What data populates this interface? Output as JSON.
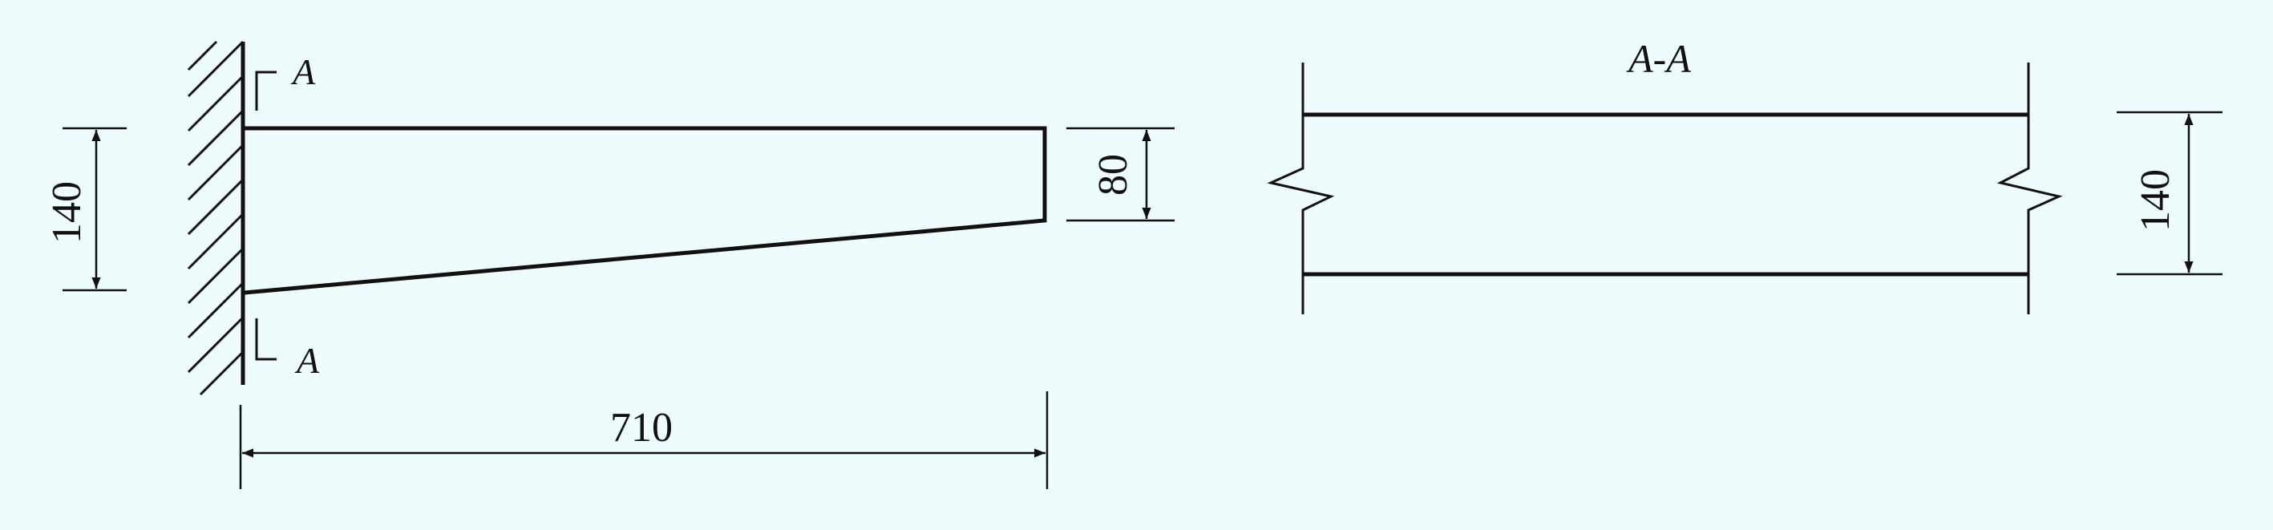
{
  "left_view": {
    "section_mark_top": "A",
    "section_mark_bottom": "A",
    "dim_root_height": "140",
    "dim_tip_height": "80",
    "dim_length": "710"
  },
  "right_view": {
    "title": "A-A",
    "dim_height": "140"
  },
  "colors": {
    "background": "#eefcfd",
    "line": "#111111"
  }
}
